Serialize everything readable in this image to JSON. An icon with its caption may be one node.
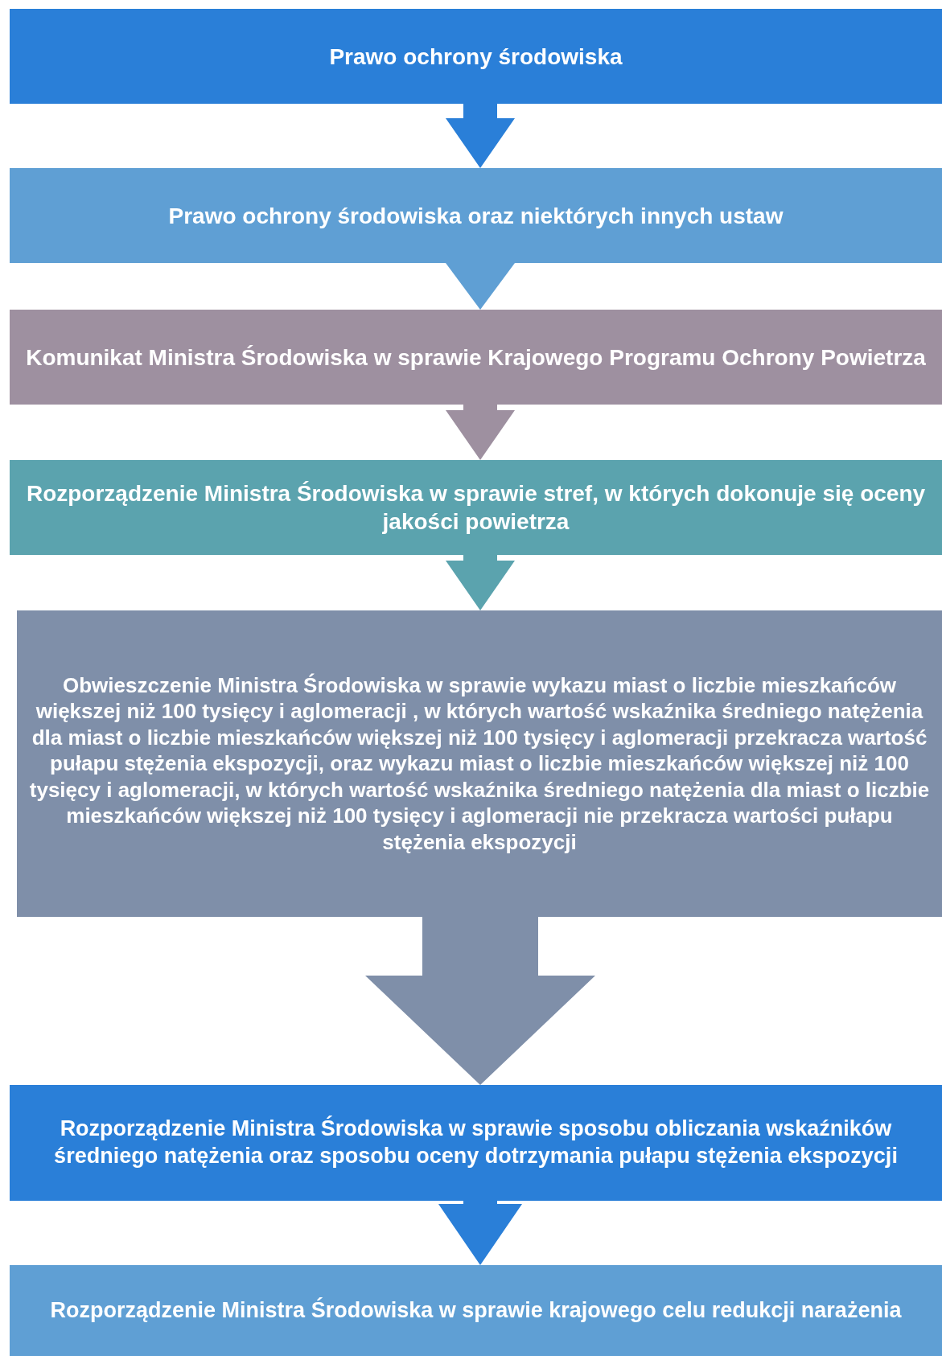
{
  "diagram": {
    "nodes": [
      {
        "text": [
          "Prawo ochrony środowiska"
        ]
      },
      {
        "text": [
          "Prawo ochrony środowiska oraz niektórych innych ustaw"
        ]
      },
      {
        "text": [
          "Komunikat Ministra Środowiska w sprawie Krajowego Programu Ochrony Powietrza"
        ]
      },
      {
        "text": [
          "Rozporządzenie Ministra Środowiska w sprawie stref, w których dokonuje się oceny jakości powietrza"
        ]
      },
      {
        "text": [
          "Obwieszczenie Ministra Środowiska w sprawie wykazu miast o liczbie mieszkańców większej niż 100 tysięcy i aglomeracji , w których wartość wskaźnika średniego natężenia dla miast o liczbie mieszkańców większej niż 100 tysięcy i aglomeracji przekracza wartość pułapu stężenia ekspozycji, oraz wykazu miast o liczbie mieszkańców większej niż 100 tysięcy i aglomeracji, w których wartość wskaźnika średniego natężenia dla miast o liczbie mieszkańców większej niż 100 tysięcy i aglomeracji nie przekracza wartości pułapu stężenia ekspozycji"
        ]
      },
      {
        "text": [
          "Rozporządzenie Ministra Środowiska w sprawie sposobu obliczania wskaźników średniego natężenia oraz sposobu oceny dotrzymania pułapu stężenia ekspozycji"
        ]
      },
      {
        "text": [
          "Rozporządzenie Ministra Środowiska w sprawie krajowego celu redukcji narażenia"
        ]
      }
    ],
    "edges": [
      {
        "from": 0,
        "to": 1,
        "arrow": "to",
        "color": "#2a7fd8"
      },
      {
        "from": 1,
        "to": 2,
        "arrow": "to",
        "color": "#5f9fd4"
      },
      {
        "from": 2,
        "to": 3,
        "arrow": "to",
        "color": "#9e90a0"
      },
      {
        "from": 3,
        "to": 4,
        "arrow": "to",
        "color": "#5ba3ae"
      },
      {
        "from": 4,
        "to": 5,
        "arrow": "to",
        "color": "#7f8fa9"
      },
      {
        "from": 5,
        "to": 6,
        "arrow": "to",
        "color": "#2a7fd8"
      }
    ]
  }
}
